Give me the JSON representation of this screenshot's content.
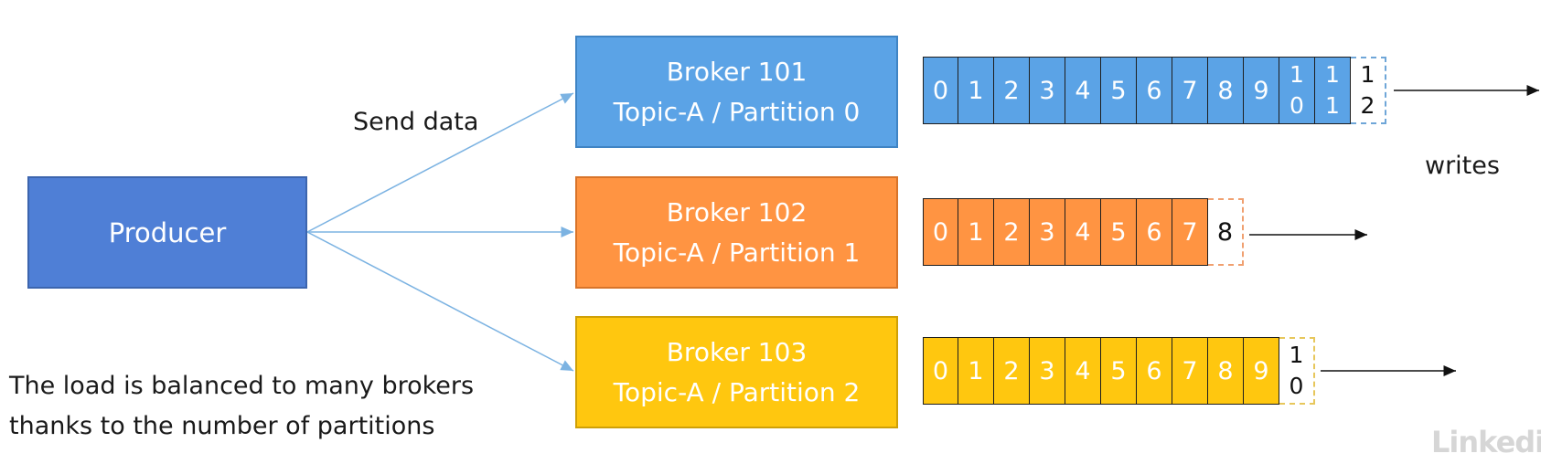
{
  "producer": {
    "label": "Producer"
  },
  "send_label": "Send data",
  "writes_label": "writes",
  "brokers": [
    {
      "line1": "Broker 101",
      "line2": "Topic-A / Partition 0",
      "color": "#5ba3e6"
    },
    {
      "line1": "Broker 102",
      "line2": "Topic-A / Partition 1",
      "color": "#ff9442"
    },
    {
      "line1": "Broker 103",
      "line2": "Topic-A / Partition 2",
      "color": "#ffc70f"
    }
  ],
  "partitions": [
    {
      "cells": [
        "0",
        "1",
        "2",
        "3",
        "4",
        "5",
        "6",
        "7",
        "8",
        "9",
        "1 0",
        "1 1"
      ],
      "next": "1 2"
    },
    {
      "cells": [
        "0",
        "1",
        "2",
        "3",
        "4",
        "5",
        "6",
        "7"
      ],
      "next": "8"
    },
    {
      "cells": [
        "0",
        "1",
        "2",
        "3",
        "4",
        "5",
        "6",
        "7",
        "8",
        "9"
      ],
      "next": "1 0"
    }
  ],
  "caption": {
    "line1": "The load is balanced to many brokers",
    "line2": "thanks to the number of partitions"
  },
  "watermark": "Linkedin"
}
